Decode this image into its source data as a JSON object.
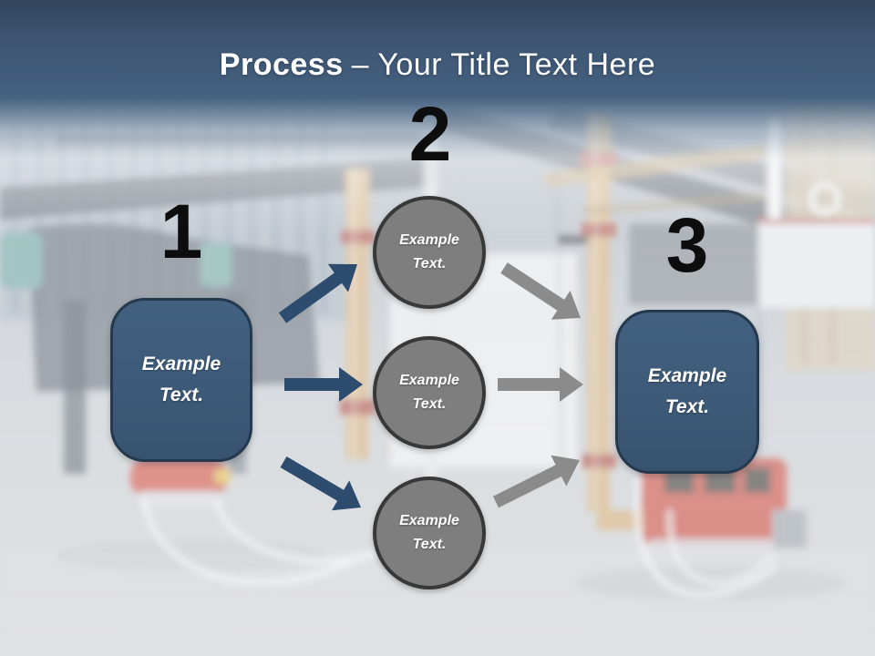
{
  "slide": {
    "title_bold": "Process",
    "title_rest": "– Your Title Text Here"
  },
  "diagram": {
    "step1": {
      "number": "1",
      "box_label": "Example Text."
    },
    "step2": {
      "number": "2"
    },
    "step3": {
      "number": "3",
      "box_label": "Example Text."
    },
    "circles": [
      {
        "label": "Example Text."
      },
      {
        "label": "Example Text."
      },
      {
        "label": "Example Text."
      }
    ]
  },
  "colors": {
    "banner_blue": "#44607e",
    "shape_blue": "#3e5c7a",
    "shape_blue_border": "#24384e",
    "circle_gray": "#7e7e7e",
    "circle_border": "#383838",
    "arrow_navy": "#2e4d6e",
    "arrow_gray": "#8b8b8b",
    "number_black": "#0d0d0d",
    "text_white": "#ffffff"
  }
}
